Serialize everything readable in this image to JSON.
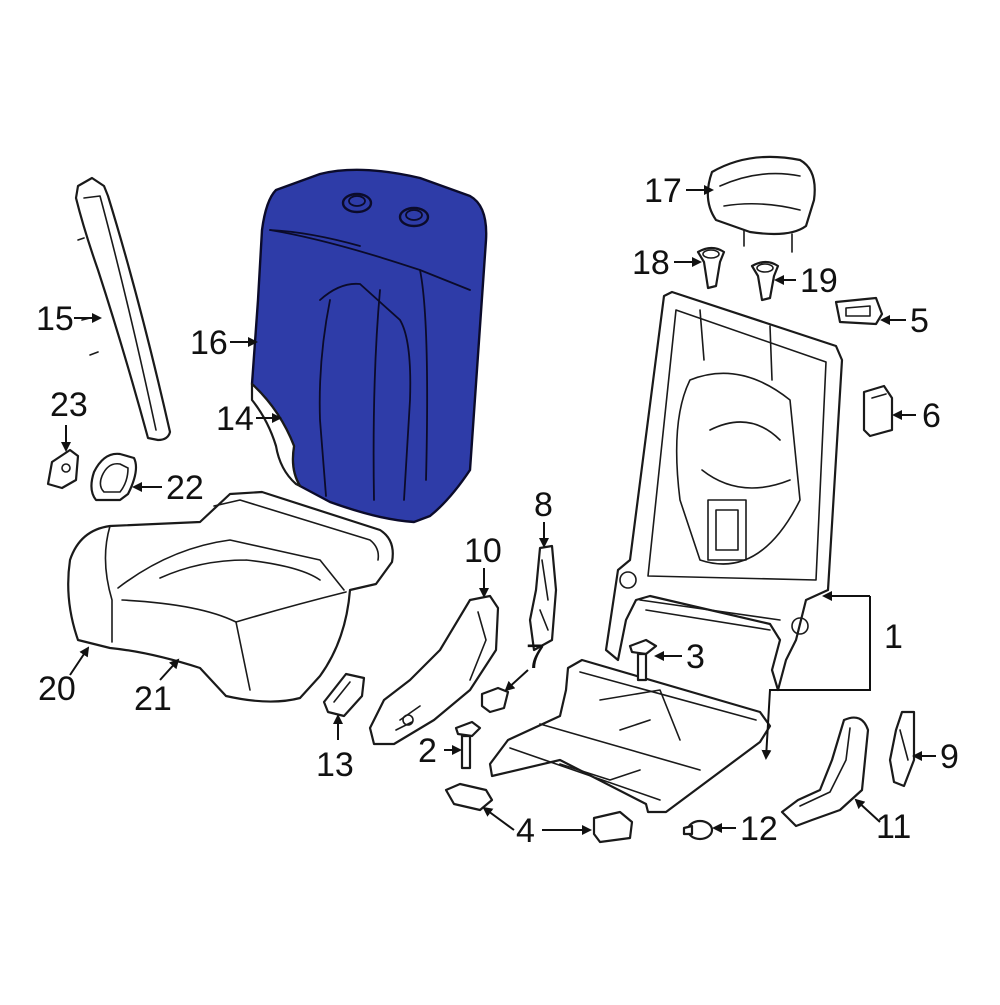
{
  "diagram": {
    "highlight_color": "#2e3ca8",
    "callouts": [
      {
        "id": "1",
        "label": "1"
      },
      {
        "id": "2",
        "label": "2"
      },
      {
        "id": "3",
        "label": "3"
      },
      {
        "id": "4",
        "label": "4"
      },
      {
        "id": "5",
        "label": "5"
      },
      {
        "id": "6",
        "label": "6"
      },
      {
        "id": "7",
        "label": "7"
      },
      {
        "id": "8",
        "label": "8"
      },
      {
        "id": "9",
        "label": "9"
      },
      {
        "id": "10",
        "label": "10"
      },
      {
        "id": "11",
        "label": "11"
      },
      {
        "id": "12",
        "label": "12"
      },
      {
        "id": "13",
        "label": "13"
      },
      {
        "id": "14",
        "label": "14"
      },
      {
        "id": "15",
        "label": "15"
      },
      {
        "id": "16",
        "label": "16"
      },
      {
        "id": "17",
        "label": "17"
      },
      {
        "id": "18",
        "label": "18"
      },
      {
        "id": "19",
        "label": "19"
      },
      {
        "id": "20",
        "label": "20"
      },
      {
        "id": "21",
        "label": "21"
      },
      {
        "id": "22",
        "label": "22"
      },
      {
        "id": "23",
        "label": "23"
      }
    ]
  }
}
